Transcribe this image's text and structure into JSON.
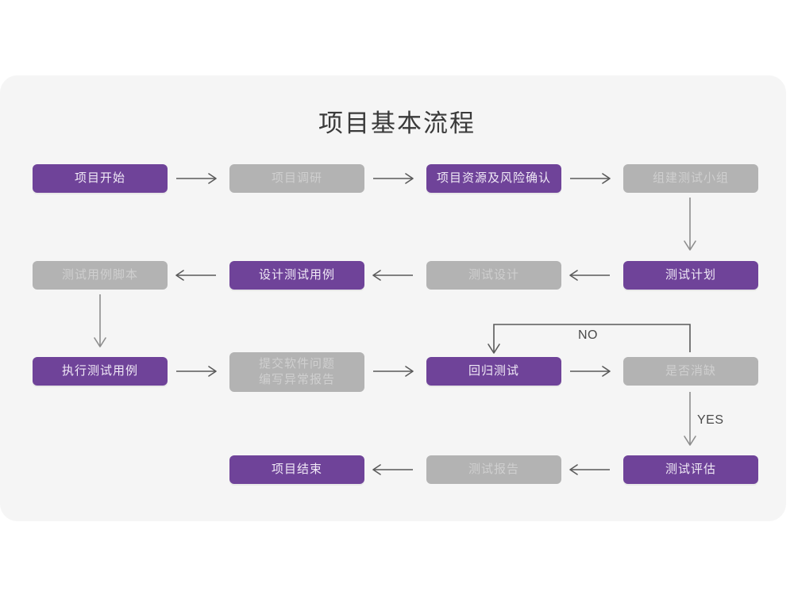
{
  "page": {
    "title": "项目基本流程",
    "background": "#ffffff",
    "card_background": "#f5f5f5"
  },
  "colors": {
    "purple": "#6f4399",
    "purple_text": "#f0e9f6",
    "gray": "#b3b3b3",
    "gray_text": "#cfcfcf",
    "arrow": "#5a5a5a",
    "arrow_light": "#8d8d8d",
    "title_text": "#3a3a3a"
  },
  "flow": {
    "rows": [
      {
        "name": "row-1",
        "nodes": [
          {
            "id": "project-start",
            "label": "项目开始",
            "state": "purple"
          },
          {
            "id": "project-research",
            "label": "项目调研",
            "state": "gray"
          },
          {
            "id": "resource-risk",
            "label": "项目资源及风险确认",
            "state": "purple"
          },
          {
            "id": "build-test-team",
            "label": "组建测试小组",
            "state": "gray"
          }
        ]
      },
      {
        "name": "row-2",
        "nodes": [
          {
            "id": "testcase-script",
            "label": "测试用例脚本",
            "state": "gray"
          },
          {
            "id": "design-testcase",
            "label": "设计测试用例",
            "state": "purple"
          },
          {
            "id": "test-design",
            "label": "测试设计",
            "state": "gray"
          },
          {
            "id": "test-plan",
            "label": "测试计划",
            "state": "purple"
          }
        ]
      },
      {
        "name": "row-3",
        "nodes": [
          {
            "id": "execute-testcase",
            "label": "执行测试用例",
            "state": "purple"
          },
          {
            "id": "submit-defects",
            "label": "提交软件问题\n编写异常报告",
            "state": "gray"
          },
          {
            "id": "regression-test",
            "label": "回归测试",
            "state": "purple"
          },
          {
            "id": "defect-resolved",
            "label": "是否消缺",
            "state": "gray"
          }
        ]
      },
      {
        "name": "row-4",
        "nodes": [
          {
            "id": "project-end",
            "label": "项目结束",
            "state": "purple"
          },
          {
            "id": "test-report",
            "label": "测试报告",
            "state": "gray"
          },
          {
            "id": "test-evaluation",
            "label": "测试评估",
            "state": "purple"
          }
        ]
      }
    ],
    "branch_labels": [
      {
        "id": "branch-no",
        "label": "NO",
        "from": "defect-resolved",
        "to": "regression-test"
      },
      {
        "id": "branch-yes",
        "label": "YES",
        "from": "defect-resolved",
        "to": "test-evaluation"
      }
    ]
  }
}
